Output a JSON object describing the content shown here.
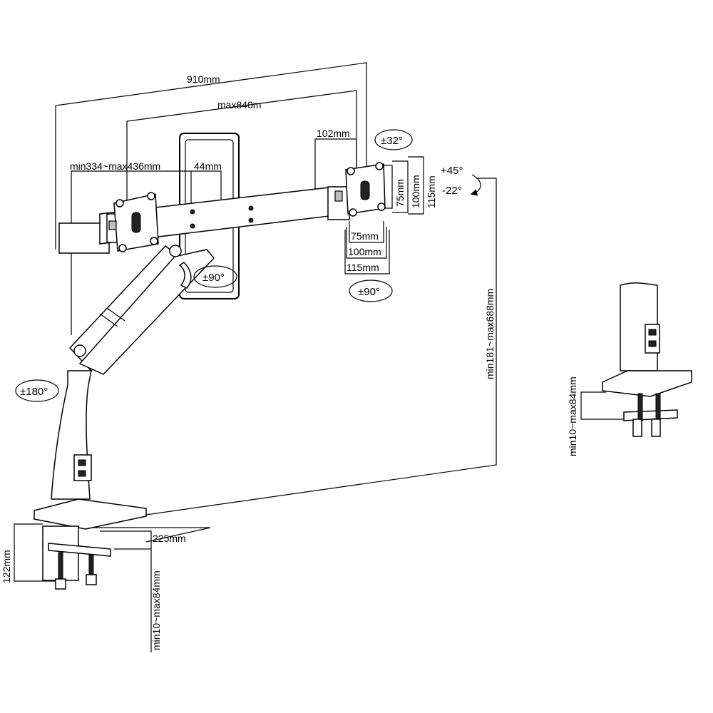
{
  "dimensions": {
    "total_width": "910mm",
    "max_bar_width": "max840m",
    "arm_reach": "min334~max436mm",
    "pole_offset": "44mm",
    "vesa_offset": "102mm",
    "vesa_h_75": "75mm",
    "vesa_h_100": "100mm",
    "vesa_h_115": "115mm",
    "vesa_v_75": "75mm",
    "vesa_v_100": "100mm",
    "vesa_v_115": "115mm",
    "height_range": "min181~max688mm",
    "base_depth": "225mm",
    "clamp_height": "122mm",
    "desk_thickness_main": "min10~max84mm",
    "desk_thickness_detail": "min10~max84mm"
  },
  "rotations": {
    "head_swivel": "±32°",
    "tilt_up": "+45°",
    "tilt_down": "-22°",
    "head_rotation_right": "±90°",
    "head_rotation_center": "±90°",
    "base_rotation": "±180°"
  }
}
